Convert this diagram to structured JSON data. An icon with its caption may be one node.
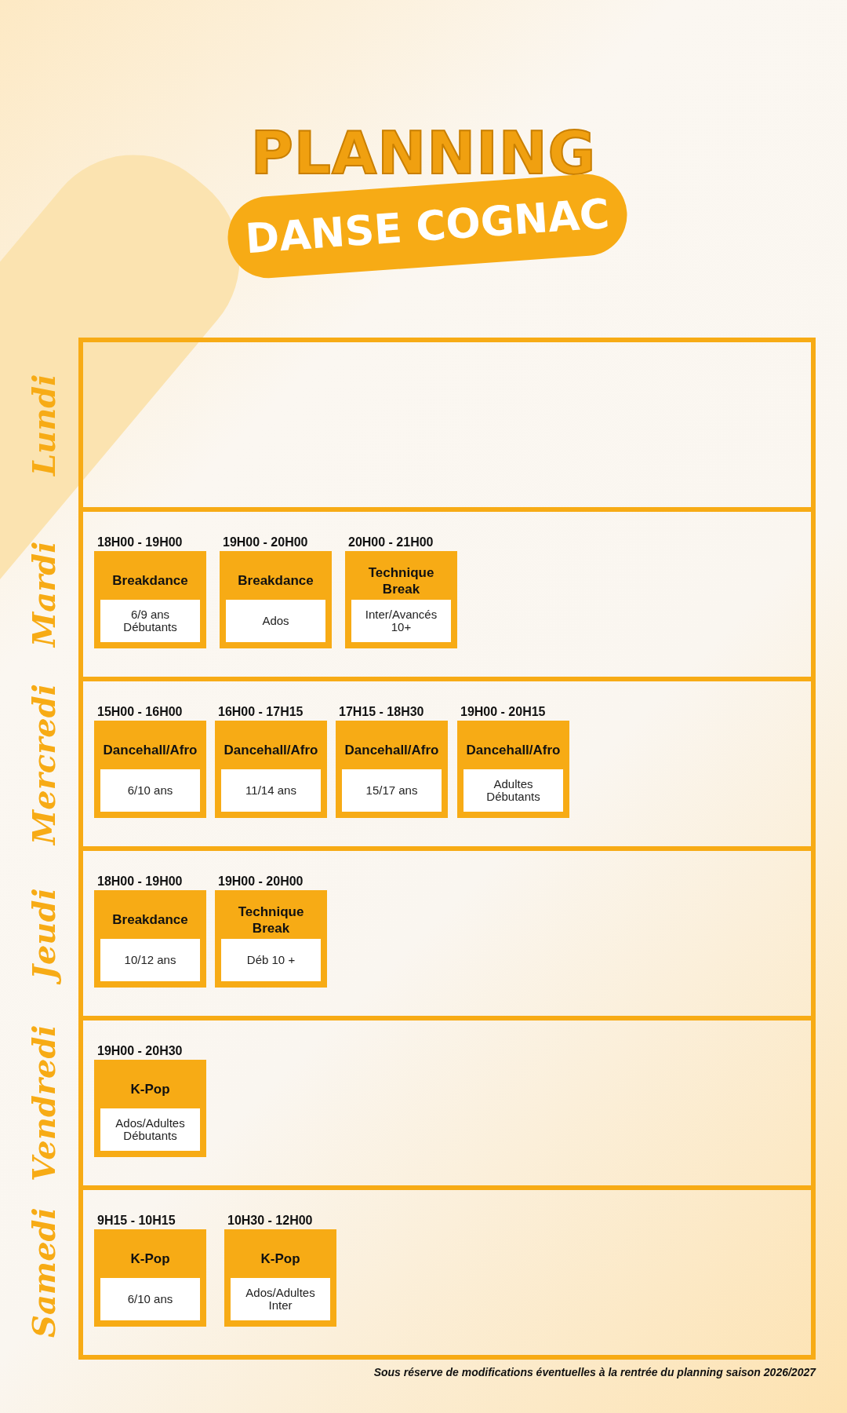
{
  "diagram": {
    "title": "PLANNING",
    "caption": "Sous réserve de modifications éventuelles à la rentrée du planning saison 2026/2027",
    "nodes": [
      {
        "text": [
          "DANSE COGNAC"
        ]
      },
      {
        "text": [
          "Lundi"
        ]
      },
      {
        "text": [
          "Mardi"
        ]
      },
      {
        "text": [
          "Breakdance",
          "6/9 ans Débutants"
        ],
        "beside": [
          "18H00 - 19H00"
        ],
        "in": 2
      },
      {
        "text": [
          "Breakdance",
          "Ados"
        ],
        "beside": [
          "19H00 - 20H00"
        ],
        "in": 2
      },
      {
        "text": [
          "Technique Break",
          "Inter/Avancés 10+"
        ],
        "beside": [
          "20H00 - 21H00"
        ],
        "in": 2
      },
      {
        "text": [
          "Mercredi"
        ]
      },
      {
        "text": [
          "Dancehall/Afro",
          "6/10 ans"
        ],
        "beside": [
          "15H00 - 16H00"
        ],
        "in": 6
      },
      {
        "text": [
          "Dancehall/Afro",
          "11/14 ans"
        ],
        "beside": [
          "16H00 - 17H15"
        ],
        "in": 6
      },
      {
        "text": [
          "Dancehall/Afro",
          "15/17 ans"
        ],
        "beside": [
          "17H15 - 18H30"
        ],
        "in": 6
      },
      {
        "text": [
          "Dancehall/Afro",
          "Adultes Débutants"
        ],
        "beside": [
          "19H00 - 20H15"
        ],
        "in": 6
      },
      {
        "text": [
          "Jeudi"
        ]
      },
      {
        "text": [
          "Breakdance",
          "10/12 ans"
        ],
        "beside": [
          "18H00 - 19H00"
        ],
        "in": 11
      },
      {
        "text": [
          "Technique Break",
          "Déb 10 +"
        ],
        "beside": [
          "19H00 - 20H00"
        ],
        "in": 11
      },
      {
        "text": [
          "Vendredi"
        ]
      },
      {
        "text": [
          "K-Pop",
          "Ados/Adultes Débutants"
        ],
        "beside": [
          "19H00 - 20H30"
        ],
        "in": 14
      },
      {
        "text": [
          "Samedi"
        ]
      },
      {
        "text": [
          "K-Pop",
          "6/10 ans"
        ],
        "beside": [
          "9H15 - 10H15"
        ],
        "in": 16
      },
      {
        "text": [
          "K-Pop",
          "Ados/Adultes Inter"
        ],
        "beside": [
          "10H30 - 12H00"
        ],
        "in": 16
      }
    ],
    "edges": []
  }
}
